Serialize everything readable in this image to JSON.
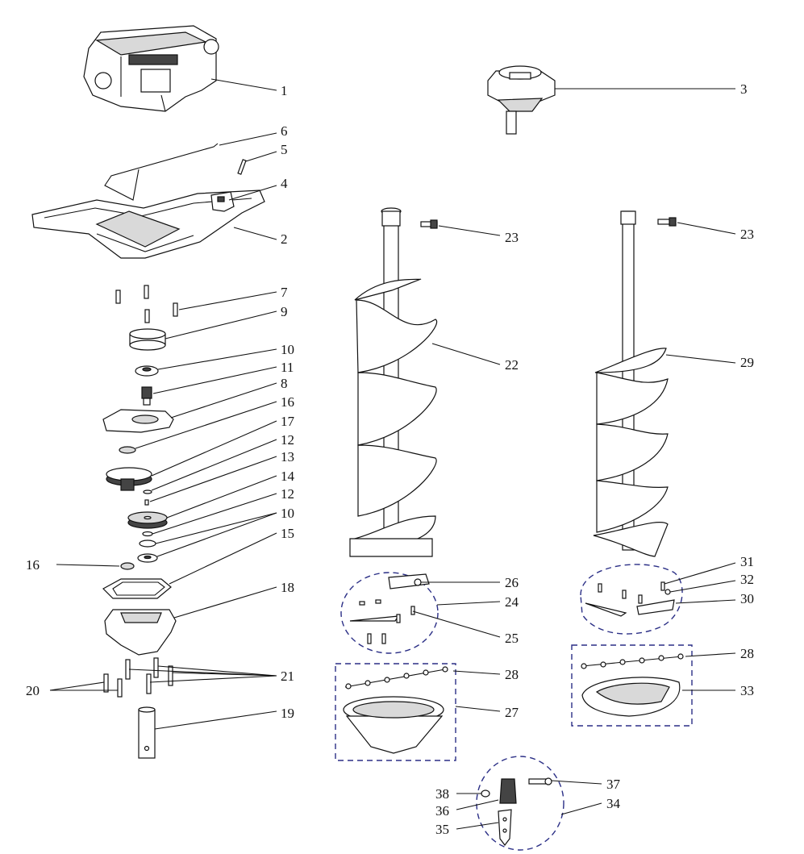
{
  "callouts": {
    "c1": "1",
    "c2": "2",
    "c3": "3",
    "c4": "4",
    "c5": "5",
    "c6": "6",
    "c7": "7",
    "c9": "9",
    "c10a": "10",
    "c11": "11",
    "c8": "8",
    "c16a": "16",
    "c17": "17",
    "c12a": "12",
    "c13": "13",
    "c14": "14",
    "c12b": "12",
    "c10b": "10",
    "c15": "15",
    "c16b": "16",
    "c18": "18",
    "c21": "21",
    "c20": "20",
    "c19": "19",
    "c23a": "23",
    "c22": "22",
    "c26": "26",
    "c24": "24",
    "c25": "25",
    "c28a": "28",
    "c27": "27",
    "c23b": "23",
    "c29": "29",
    "c31": "31",
    "c32": "32",
    "c30": "30",
    "c28b": "28",
    "c33": "33",
    "c37": "37",
    "c38": "38",
    "c36": "36",
    "c34": "34",
    "c35": "35"
  }
}
